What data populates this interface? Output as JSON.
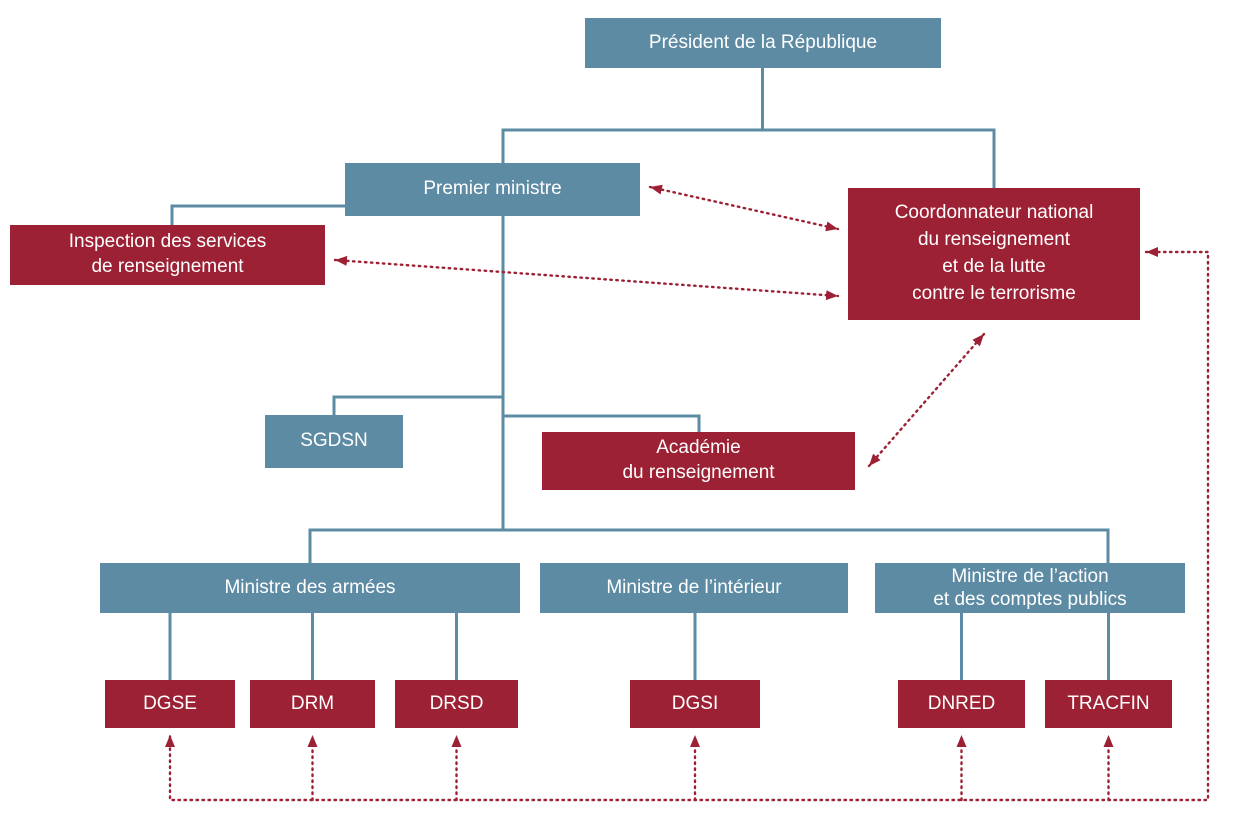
{
  "colors": {
    "hierarchy_box_and_line": "#5d8ba4",
    "intelligence_box_and_arrow": "#9d2134",
    "text": "#ffffff",
    "background": "#ffffff"
  },
  "nodes": {
    "president": {
      "label": "Président de la République"
    },
    "premier_ministre": {
      "label": "Premier ministre"
    },
    "coordonnateur": {
      "label": "Coordonnateur national\ndu renseignement\net de la lutte\ncontre le terrorisme"
    },
    "inspection": {
      "label": "Inspection des services\nde renseignement"
    },
    "sgdsn": {
      "label": "SGDSN"
    },
    "academie": {
      "label": "Académie\ndu renseignement"
    },
    "ministre_armees": {
      "label": "Ministre des armées"
    },
    "ministre_interieur": {
      "label": "Ministre de l’intérieur"
    },
    "ministre_action": {
      "label": "Ministre de l’action\net des comptes publics"
    },
    "dgse": {
      "label": "DGSE"
    },
    "drm": {
      "label": "DRM"
    },
    "drsd": {
      "label": "DRSD"
    },
    "dgsi": {
      "label": "DGSI"
    },
    "dnred": {
      "label": "DNRED"
    },
    "tracfin": {
      "label": "TRACFIN"
    }
  },
  "edges": {
    "hierarchy_solid": [
      {
        "from": "president",
        "to": "premier_ministre"
      },
      {
        "from": "president",
        "to": "coordonnateur"
      },
      {
        "from": "premier_ministre",
        "to": "inspection"
      },
      {
        "from": "premier_ministre",
        "to": "sgdsn"
      },
      {
        "from": "premier_ministre",
        "to": "academie"
      },
      {
        "from": "premier_ministre",
        "to": "ministre_armees"
      },
      {
        "from": "premier_ministre",
        "to": "ministre_interieur"
      },
      {
        "from": "premier_ministre",
        "to": "ministre_action"
      },
      {
        "from": "ministre_armees",
        "to": "dgse"
      },
      {
        "from": "ministre_armees",
        "to": "drm"
      },
      {
        "from": "ministre_armees",
        "to": "drsd"
      },
      {
        "from": "ministre_interieur",
        "to": "dgsi"
      },
      {
        "from": "ministre_action",
        "to": "dnred"
      },
      {
        "from": "ministre_action",
        "to": "tracfin"
      }
    ],
    "coordination_dotted": [
      {
        "from": "premier_ministre",
        "to": "coordonnateur",
        "bidirectional": true
      },
      {
        "from": "inspection",
        "to": "coordonnateur",
        "bidirectional": true
      },
      {
        "from": "academie",
        "to": "coordonnateur",
        "bidirectional": true
      },
      {
        "from": "coordonnateur",
        "to": "dgse",
        "bidirectional": true
      },
      {
        "from": "coordonnateur",
        "to": "drm",
        "bidirectional": true
      },
      {
        "from": "coordonnateur",
        "to": "drsd",
        "bidirectional": true
      },
      {
        "from": "coordonnateur",
        "to": "dgsi",
        "bidirectional": true
      },
      {
        "from": "coordonnateur",
        "to": "dnred",
        "bidirectional": true
      },
      {
        "from": "coordonnateur",
        "to": "tracfin",
        "bidirectional": true
      }
    ]
  }
}
